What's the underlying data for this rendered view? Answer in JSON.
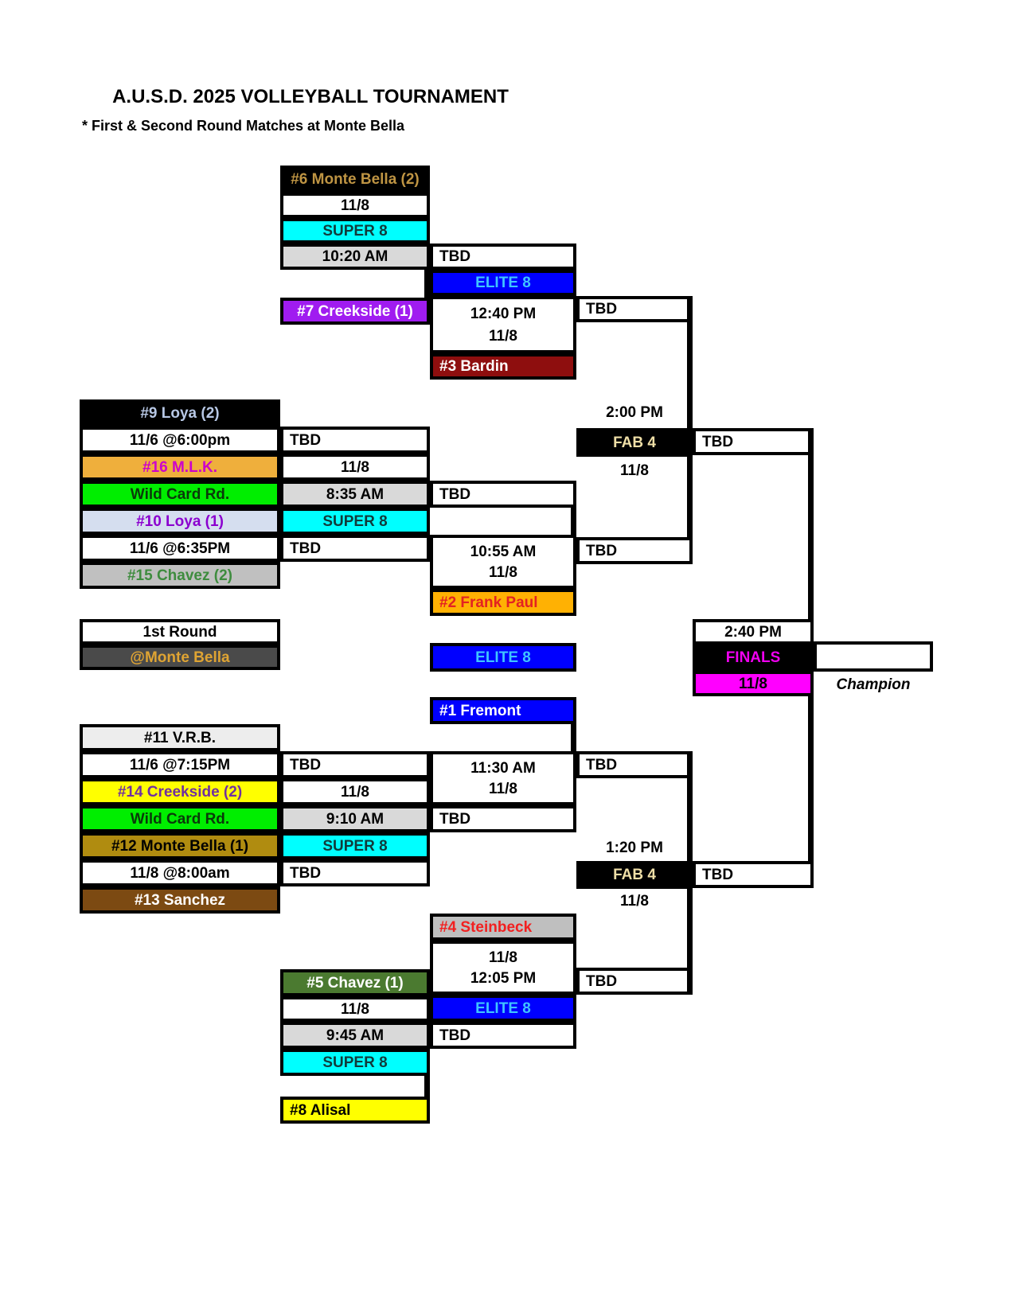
{
  "header": {
    "title": "A.U.S.D. 2025 VOLLEYBALL TOURNAMENT",
    "subtitle": "* First & Second Round Matches at Monte Bella"
  },
  "colors": {
    "super8_bg": "#00FFFF",
    "elite8_bg": "#0000FF",
    "elite8_text": "#3FC4FF",
    "fab4_bg": "#000000",
    "fab4_text": "#EFDFA7",
    "finals_text": "#F000F0",
    "finals_date_bg": "#FF00FF",
    "wildcard_bg": "#00EE00",
    "time_slot_bg": "#D9D9D9",
    "monte_bella_gold": "#BE9443",
    "creekside_purple": "#A01CF0",
    "bardin_red": "#8E0E0E",
    "loya_lightblue": "#B7C7E4",
    "mlk_orange": "#EFAF3C",
    "chavez_green": "#3E8C3E",
    "sanchez_brown": "#7C4A12",
    "frank_paul_orange": "#FFB103",
    "fremont_blue": "#0000FF",
    "steinbeck_silver": "#BFBFBF",
    "chavez1_darkgreen": "#4B7A30",
    "alisal_yellow": "#FFFF00"
  },
  "top_bracket": {
    "seed6": "#6 Monte Bella (2)",
    "date1": "11/8",
    "super8": "SUPER 8",
    "time1": "10:20 AM",
    "tbd1": "TBD",
    "elite8": "ELITE 8",
    "seed7": "#7 Creekside (1)",
    "time2": "12:40 PM",
    "date2": "11/8",
    "seed3": "#3 Bardin",
    "tbd2": "TBD"
  },
  "fab4_top": {
    "time": "2:00 PM",
    "label": "FAB 4",
    "date": "11/8",
    "tbd_right": "TBD",
    "tbd_lower": "TBD"
  },
  "mid_bracket": {
    "seed9": "#9 Loya (2)",
    "date1": "11/6 @6:00pm",
    "seed16": "#16 M.L.K.",
    "wildcard": "Wild Card Rd.",
    "seed10": "#10 Loya (1)",
    "date2": "11/6 @6:35PM",
    "seed15": "#15 Chavez (2)",
    "tbd1": "TBD",
    "date3": "11/8",
    "time1": "8:35 AM",
    "super8": "SUPER 8",
    "tbd2": "TBD",
    "tbd3": "TBD",
    "time2": "10:55 AM",
    "date4": "11/8",
    "seed2": "#2 Frank Paul"
  },
  "legend": {
    "round": "1st Round",
    "venue": "@Monte Bella"
  },
  "center": {
    "elite8": "ELITE 8",
    "seed1": "#1 Fremont",
    "time": "11:30 AM",
    "date": "11/8",
    "tbd_right": "TBD"
  },
  "finals": {
    "time": "2:40 PM",
    "label": "FINALS",
    "date": "11/8",
    "champion_caption": "Champion"
  },
  "bottom_bracket": {
    "seed11": "#11 V.R.B.",
    "date1": "11/6 @7:15PM",
    "seed14": "#14 Creekside (2)",
    "wildcard": "Wild Card Rd.",
    "seed12": "#12 Monte Bella (1)",
    "date2": "11/8 @8:00am",
    "seed13": "#13 Sanchez",
    "tbd1": "TBD",
    "date3": "11/8",
    "time1": "9:10 AM",
    "super8": "SUPER 8",
    "tbd2": "TBD",
    "tbd3": "TBD"
  },
  "fab4_bottom": {
    "time": "1:20 PM",
    "label": "FAB 4",
    "date": "11/8",
    "tbd_right": "TBD",
    "tbd_lower": "TBD"
  },
  "steinbeck_bracket": {
    "seed4": "#4 Steinbeck",
    "date": "11/8",
    "time": "12:05 PM",
    "elite8": "ELITE 8",
    "tbd": "TBD"
  },
  "chavez_bracket": {
    "seed5": "#5 Chavez (1)",
    "date": "11/8",
    "time": "9:45 AM",
    "super8": "SUPER 8",
    "seed8": "#8 Alisal"
  }
}
